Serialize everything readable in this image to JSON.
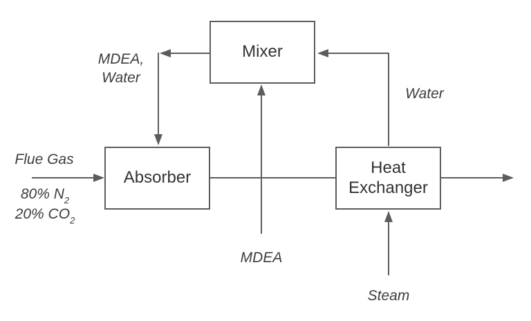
{
  "colors": {
    "background": "#ffffff",
    "line": "#5c5c5c",
    "box_border": "#5c5c5c",
    "box_fill": "#ffffff",
    "box_label": "#323232",
    "stream_label": "#3d3d3d"
  },
  "blocks": {
    "mixer": {
      "label": "Mixer"
    },
    "absorber": {
      "label": "Absorber"
    },
    "heat_exchanger": {
      "label": "Heat Exchanger"
    }
  },
  "streams": {
    "recycle": {
      "label_line1": "MDEA,",
      "label_line2": "Water"
    },
    "water": {
      "label": "Water"
    },
    "flue_gas": {
      "label": "Flue Gas",
      "composition": [
        {
          "base": "80% N",
          "sub": "2"
        },
        {
          "base": "20% CO",
          "sub": "2"
        }
      ]
    },
    "mdea": {
      "label": "MDEA"
    },
    "steam": {
      "label": "Steam"
    }
  }
}
